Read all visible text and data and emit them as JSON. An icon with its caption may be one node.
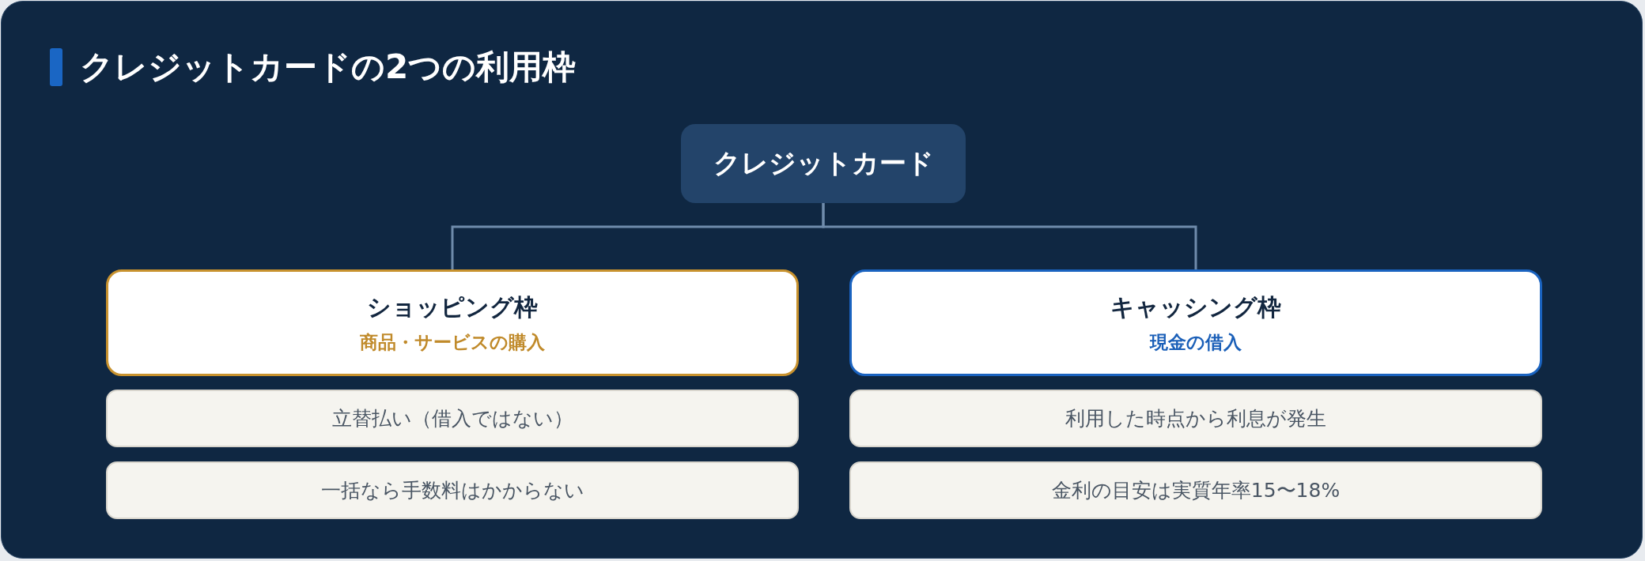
{
  "diagram": {
    "title": "クレジットカードの2つの利用枠",
    "nodes": [
      {
        "text": [
          "クレジットカード"
        ]
      },
      {
        "text": [
          "ショッピング枠",
          "商品・サービスの購入"
        ]
      },
      {
        "text": [
          "立替払い（借入ではない）"
        ]
      },
      {
        "text": [
          "一括なら手数料はかからない"
        ]
      },
      {
        "text": [
          "キャッシング枠",
          "現金の借入"
        ]
      },
      {
        "text": [
          "利用した時点から利息が発生"
        ]
      },
      {
        "text": [
          "金利の目安は実質年率15〜18%"
        ]
      }
    ],
    "edges": [
      {
        "from": 0,
        "to": 1,
        "arrow": "none"
      },
      {
        "from": 0,
        "to": 4,
        "arrow": "none"
      }
    ]
  }
}
